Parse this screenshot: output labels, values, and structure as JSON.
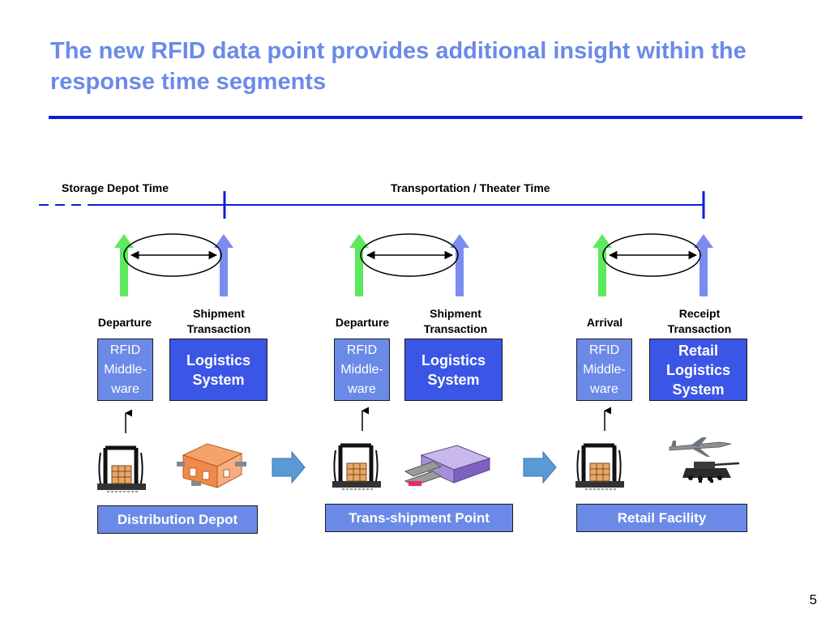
{
  "title": "The new RFID data point provides additional insight within the response time segments",
  "timeline": {
    "storage_label": "Storage Depot Time",
    "transport_label": "Transportation / Theater Time"
  },
  "stages": [
    {
      "event_label": "Departure",
      "transaction_label": "Shipment\nTransaction",
      "middleware_label": "RFID\nMiddle-\nware",
      "system_label": "Logistics\nSystem",
      "site_label": "Distribution Depot"
    },
    {
      "event_label": "Departure",
      "transaction_label": "Shipment\nTransaction",
      "middleware_label": "RFID\nMiddle-\nware",
      "system_label": "Logistics\nSystem",
      "site_label": "Trans-shipment Point"
    },
    {
      "event_label": "Arrival",
      "transaction_label": "Receipt\nTransaction",
      "middleware_label": "RFID\nMiddle-\nware",
      "system_label": "Retail\nLogistics\nSystem",
      "site_label": "Retail Facility"
    }
  ],
  "colors": {
    "title": "#6b8ae8",
    "rule": "#0a1fd6",
    "green_arrow": "#5ee85e",
    "blue_arrow": "#7b8cf0",
    "middleware_box": "#6b8ae8",
    "system_box": "#3b55e6",
    "flow_arrow": "#5b9bd5"
  },
  "icons": {
    "portal": "rfid-portal-icon",
    "depot": "warehouse-icon",
    "transship": "transfer-dock-icon",
    "aircraft": "aircraft-icon",
    "vehicle": "tank-icon",
    "flow": "block-arrow-right-icon"
  },
  "page_number": "5"
}
